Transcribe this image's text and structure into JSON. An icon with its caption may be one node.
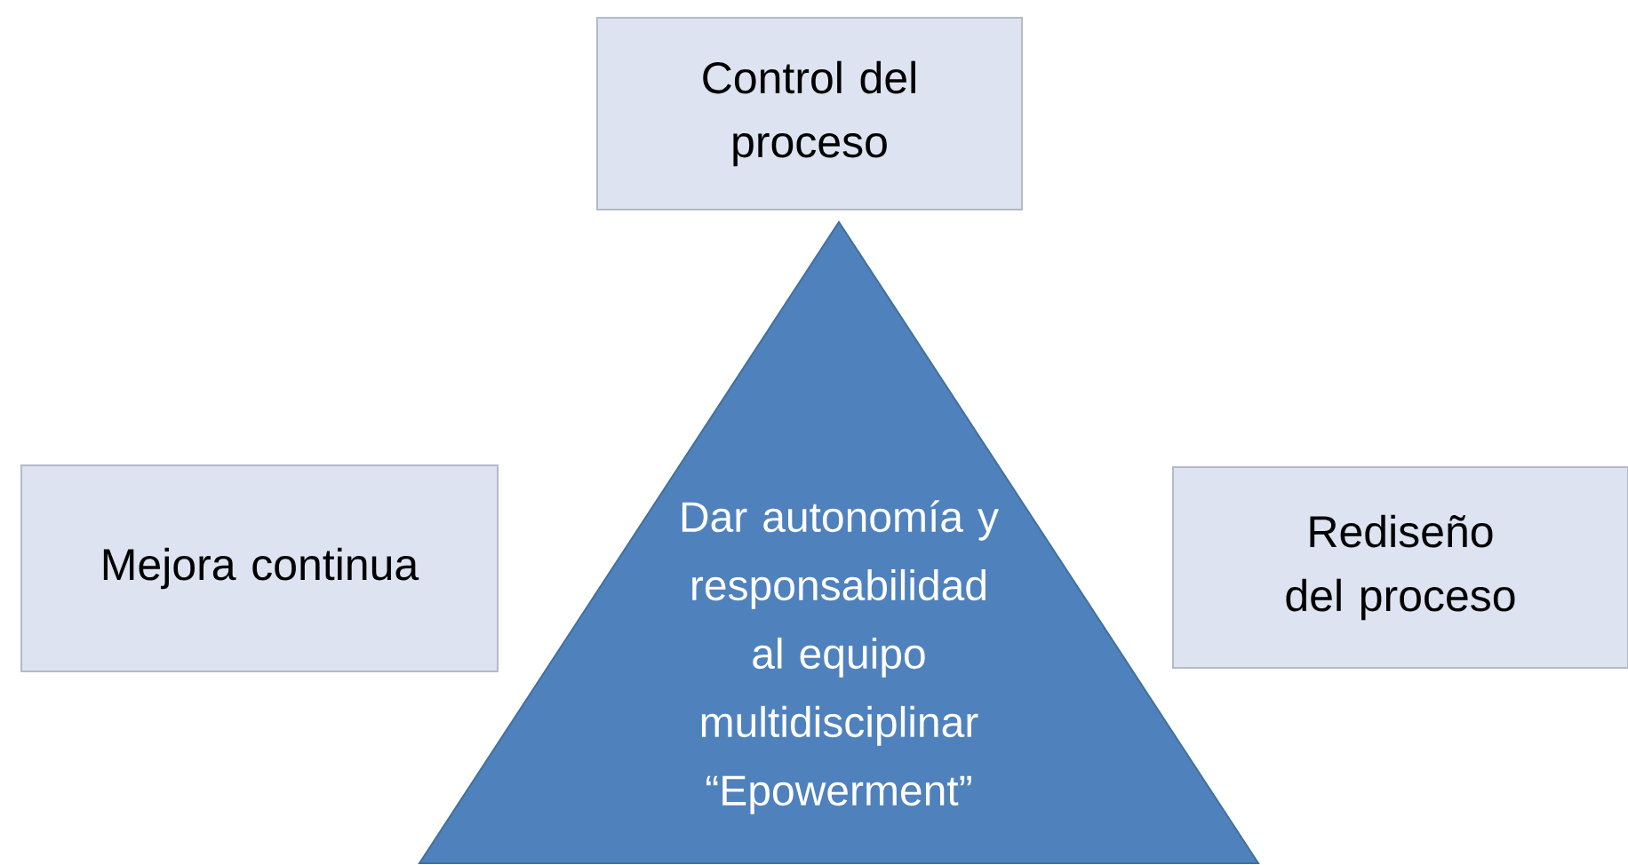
{
  "diagram": {
    "nodes": [
      {
        "text": [
          "Control del proceso"
        ]
      },
      {
        "text": [
          "Mejora continua"
        ]
      },
      {
        "text": [
          "Dar autonomía y responsabilidad al equipo multidisciplinar “Epowerment”"
        ]
      },
      {
        "text": [
          "Rediseño del proceso"
        ]
      }
    ]
  }
}
